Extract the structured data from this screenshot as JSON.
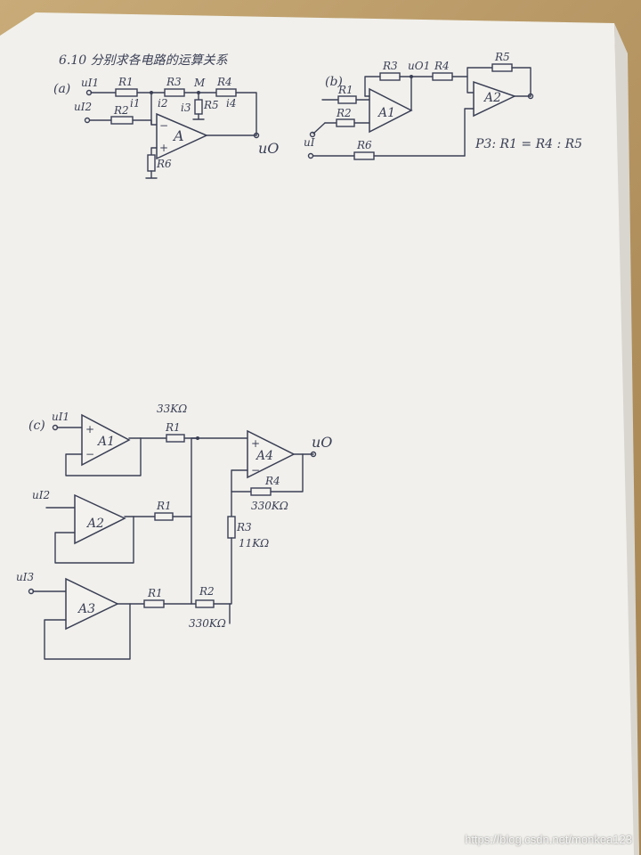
{
  "title": "6.10 分别求各电路的运算关系",
  "watermark": "https://blog.csdn.net/monkea123",
  "colors": {
    "ink": "#3a3f55",
    "paper": "#f1f0ec",
    "desk": "#b79a6a"
  },
  "circuit_a": {
    "label": "(a)",
    "in1": "uI1",
    "in2": "uI2",
    "r1": "R1",
    "r2": "R2",
    "r3": "R3",
    "r4": "R4",
    "r5": "R5",
    "r6": "R6",
    "node_m": "M",
    "i1": "i1",
    "i2": "i2",
    "i3": "i3",
    "i4": "i4",
    "amp": "A",
    "out": "uO"
  },
  "circuit_b": {
    "label": "(b)",
    "r1": "R1",
    "r2": "R2",
    "r3": "R3",
    "r4": "R4",
    "r5": "R5",
    "r6": "R6",
    "uo1": "uO1",
    "amp1": "A1",
    "amp2": "A2",
    "in": "uI",
    "note": "P3: R1 = R4 : R5"
  },
  "circuit_c": {
    "label": "(c)",
    "in1": "uI1",
    "in2": "uI2",
    "in3": "uI3",
    "amp1": "A1",
    "amp2": "A2",
    "amp3": "A3",
    "amp4": "A4",
    "r1": "R1",
    "r1_val": "33KΩ",
    "r2": "R2",
    "r2_val": "330KΩ",
    "r3": "R3",
    "r3_val": "11KΩ",
    "r4": "R4",
    "r4_val": "330KΩ",
    "out": "uO"
  }
}
